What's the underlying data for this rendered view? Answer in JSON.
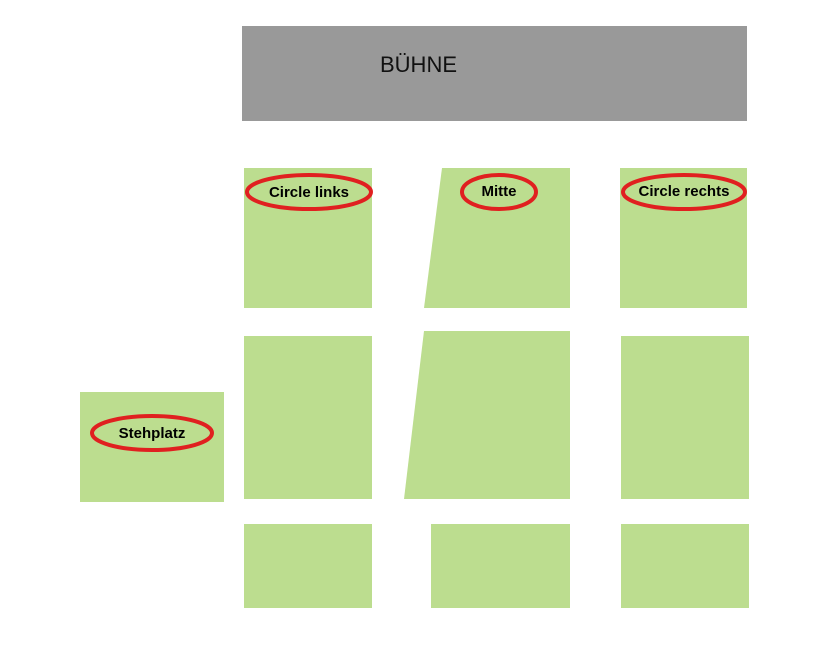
{
  "stage": {
    "label": "BÜHNE",
    "color": "#999999"
  },
  "block_color": "#bcdd8f",
  "highlight_color": "#e02020",
  "sections": {
    "circle_links": "Circle links",
    "mitte": "Mitte",
    "circle_rechts": "Circle rechts",
    "stehplatz": "Stehplatz"
  }
}
